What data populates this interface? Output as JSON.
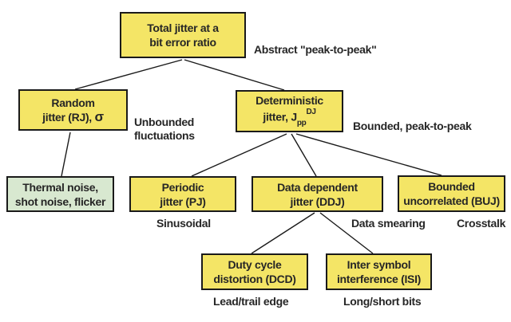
{
  "diagram": {
    "title_semantic": "Jitter classification tree",
    "colors": {
      "node_fill": "#f4e566",
      "leaf_fill": "#d8e8d0",
      "border": "#1a1a1a",
      "text": "#262626",
      "line": "#1a1a1a",
      "background": "#ffffff"
    },
    "nodes": {
      "total": {
        "line1": "Total jitter at a",
        "line2": "bit error ratio"
      },
      "random": {
        "line1": "Random",
        "line2_prefix": "jitter (RJ), ",
        "sigma": "σ"
      },
      "deterministic": {
        "line1": "Deterministic",
        "line2_prefix": "jitter, J",
        "line2_sub": "pp",
        "line2_sup": "DJ"
      },
      "thermal": {
        "line1": "Thermal noise,",
        "line2": "shot noise, flicker"
      },
      "periodic": {
        "line1": "Periodic",
        "line2": "jitter (PJ)"
      },
      "ddj": {
        "line1": "Data dependent",
        "line2": "jitter (DDJ)"
      },
      "buj": {
        "line1": "Bounded",
        "line2": "uncorrelated (BUJ)"
      },
      "dcd": {
        "line1": "Duty cycle",
        "line2": "distortion (DCD)"
      },
      "isi": {
        "line1": "Inter symbol",
        "line2": "interference (ISI)"
      }
    },
    "annotations": {
      "abstract": "Abstract \"peak-to-peak\"",
      "unbounded_line1": "Unbounded",
      "unbounded_line2": "fluctuations",
      "bounded": "Bounded, peak-to-peak",
      "sinusoidal": "Sinusoidal",
      "data_smearing": "Data smearing",
      "crosstalk": "Crosstalk",
      "lead_trail": "Lead/trail edge",
      "long_short": "Long/short bits"
    }
  }
}
